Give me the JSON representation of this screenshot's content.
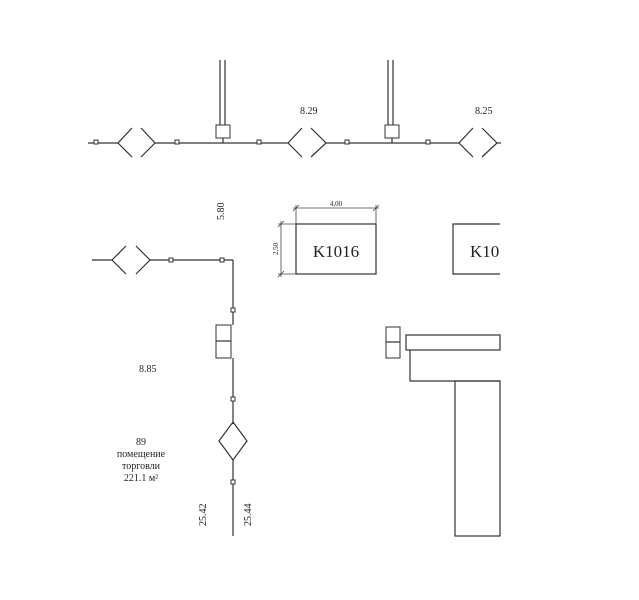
{
  "dimensions": {
    "top_left": "8.29",
    "top_right": "8.25",
    "vertical_upper": "5.80",
    "left_middle": "8.85",
    "bottom_left": "25.42",
    "bottom_right": "25.44",
    "box_width": "4,00",
    "box_height": "2,50"
  },
  "rooms": {
    "k1016": "K1016",
    "k10_partial": "K10"
  },
  "room_info": {
    "number": "89",
    "line1": "помещение",
    "line2": "торговли",
    "area": "221.1 м²"
  }
}
